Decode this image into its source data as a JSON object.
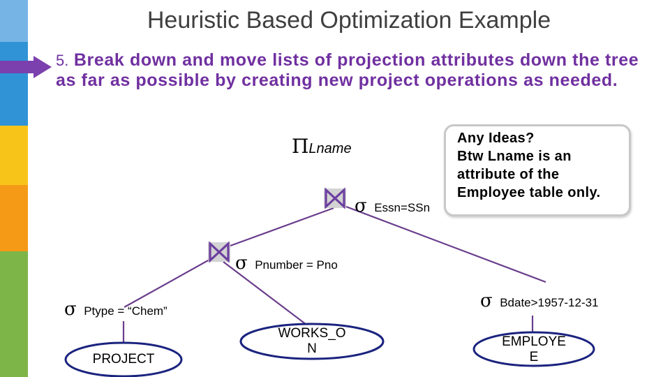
{
  "slide": {
    "title": "Heuristic Based Optimization Example",
    "step_number": "5.",
    "step_text": "Break down and move lists of projection attributes down the tree as far as possible by creating new project operations as needed."
  },
  "colors": {
    "sidebar": [
      "#77b4e6",
      "#2f93d6",
      "#f7c51a",
      "#f59a17",
      "#7db548"
    ],
    "edge": "#6a3d8c",
    "join_icon": "#6d3fa0",
    "relation_border": "#1a237e",
    "step_text": "#7030a0",
    "arrow": "#7b3fae"
  },
  "tree": {
    "projection": {
      "symbol": "Π",
      "attribute": "Lname"
    },
    "top_join": {
      "symbol": "σ",
      "condition": "Essn=SSn"
    },
    "lower_join": {
      "symbol": "σ",
      "condition": "Pnumber = Pno"
    },
    "left_select": {
      "symbol": "σ",
      "condition": "Ptype = “Chem”"
    },
    "right_select": {
      "symbol": "σ",
      "condition": "Bdate>1957-12-31"
    },
    "relations": {
      "project": "PROJECT",
      "works_on": [
        "WORKS_O",
        "N"
      ],
      "employee": [
        "EMPLOYE",
        "E"
      ]
    }
  },
  "callout": {
    "lines": [
      "Any Ideas?",
      "Btw Lname is an",
      "attribute of the",
      "Employee table only."
    ]
  }
}
